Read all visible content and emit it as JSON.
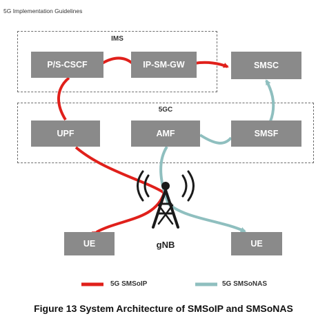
{
  "header": {
    "text": "5G Implementation Guidelines"
  },
  "groups": {
    "ims": {
      "label": "IMS"
    },
    "core": {
      "label": "5GC"
    }
  },
  "nodes": {
    "pscscf": "P/S-CSCF",
    "ipsmgw": "IP-SM-GW",
    "smsc": "SMSC",
    "upf": "UPF",
    "amf": "AMF",
    "smsf": "SMSF",
    "ue_left": "UE",
    "ue_right": "UE"
  },
  "gnb": {
    "label": "gNB"
  },
  "legend": {
    "smsoip": {
      "label": "5G SMSoIP",
      "color": "#e0201b"
    },
    "smsonas": {
      "label": "5G SMSoNAS",
      "color": "#8fbfbf"
    }
  },
  "caption": {
    "text": "Figure 13 System Architecture of SMSoIP and SMSoNAS"
  },
  "colors": {
    "node_fill": "#8a8a8a",
    "node_text": "#ffffff",
    "tower": "#1a1a1a"
  }
}
